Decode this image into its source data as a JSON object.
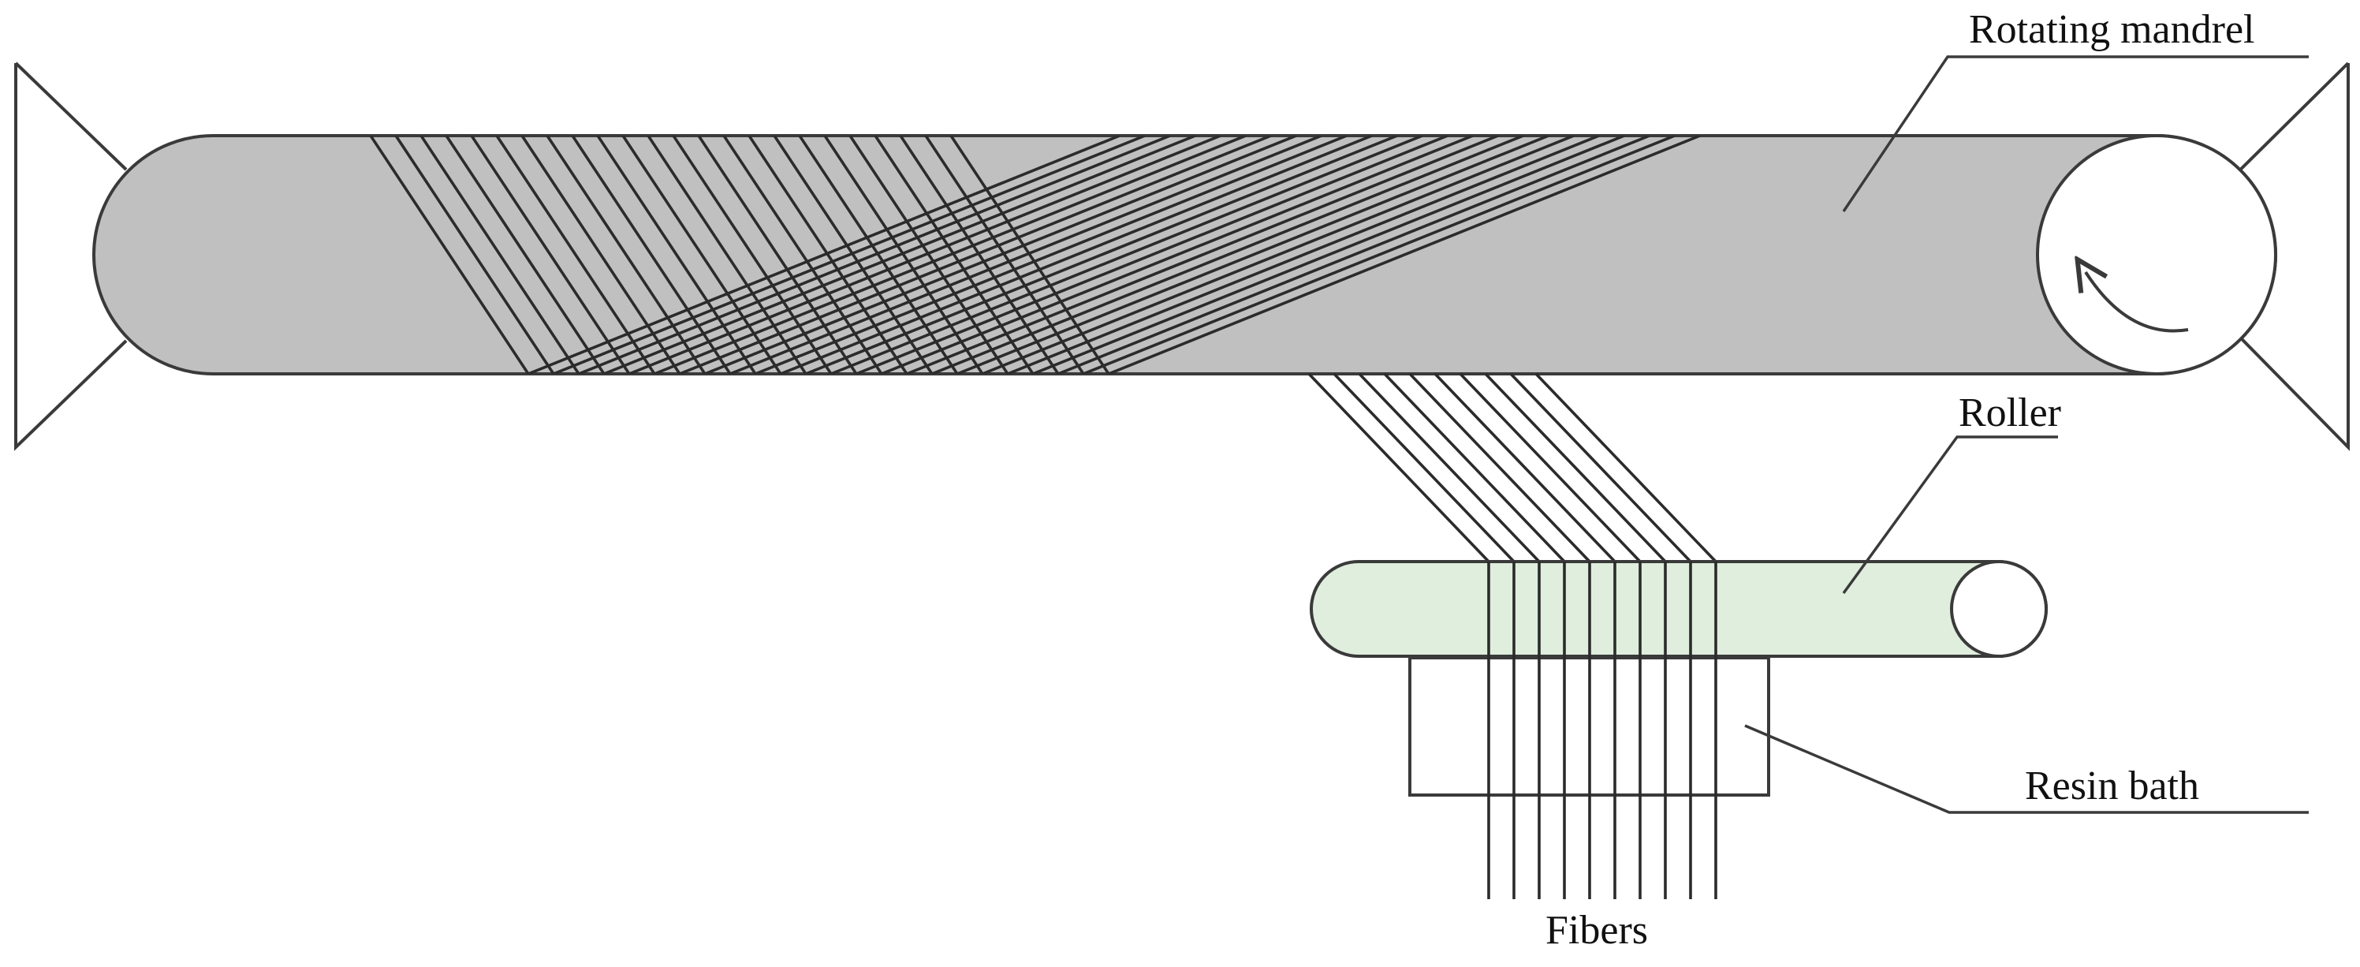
{
  "labels": {
    "mandrel": "Rotating mandrel",
    "roller": "Roller",
    "resin_bath": "Resin bath",
    "fibers": "Fibers"
  },
  "colors": {
    "mandrel_fill": "#c0c0c0",
    "roller_fill": "#dfeedd",
    "line": "#3a3a3a",
    "background": "#ffffff"
  },
  "fiber_count": 10,
  "rotation_indicator": "rotation-arrow-icon"
}
